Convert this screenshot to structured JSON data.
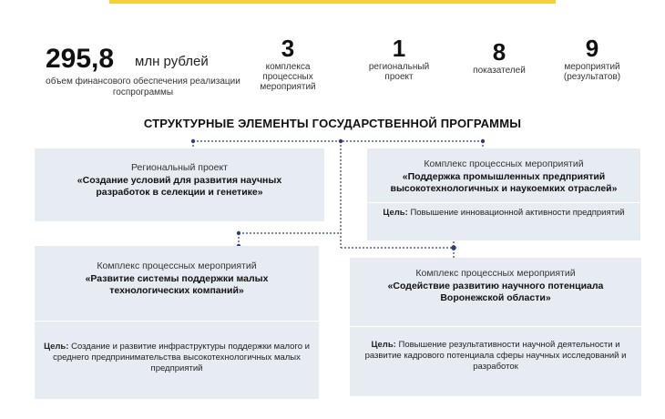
{
  "summary": {
    "amount": "295,8",
    "amount_unit": "млн рублей",
    "amount_caption": "объем финансового обеспечения реализации госпрограммы",
    "stats": [
      {
        "value": "3",
        "caption": "комплекса процессных мероприятий"
      },
      {
        "value": "1",
        "caption": "региональный проект"
      },
      {
        "value": "8",
        "caption": "показателей"
      },
      {
        "value": "9",
        "caption": "мероприятий (результатов)"
      }
    ]
  },
  "heading": "СТРУКТУРНЫЕ ЭЛЕМЕНТЫ ГОСУДАРСТВЕННОЙ ПРОГРАММЫ",
  "goal_label": "Цель:",
  "elements": [
    {
      "kind": "Региональный проект",
      "name": "«Создание условий для развития научных разработок в селекции и генетике»"
    },
    {
      "kind": "Комплекс процессных мероприятий",
      "name": "«Поддержка промышленных предприятий высокотехнологичных и наукоемких отраслей»",
      "goal": "Повышение инновационной активности предприятий"
    },
    {
      "kind": "Комплекс процессных мероприятий",
      "name": "«Развитие системы поддержки малых технологических компаний»",
      "goal": "Создание и развитие инфраструктуры поддержки малого и среднего предпринимательства высокотехнологичных малых предприятий"
    },
    {
      "kind": "Комплекс процессных мероприятий",
      "name": "«Содействие развитию научного потенциала Воронежской области»",
      "goal": "Повышение результативности научной деятельности и развитие кадрового потенциала сферы научных исследований и разработок"
    }
  ],
  "colors": {
    "box_bg": "#e7ecf3",
    "connector": "#2f3d7a",
    "accent_bar": "#f5cf3a"
  }
}
